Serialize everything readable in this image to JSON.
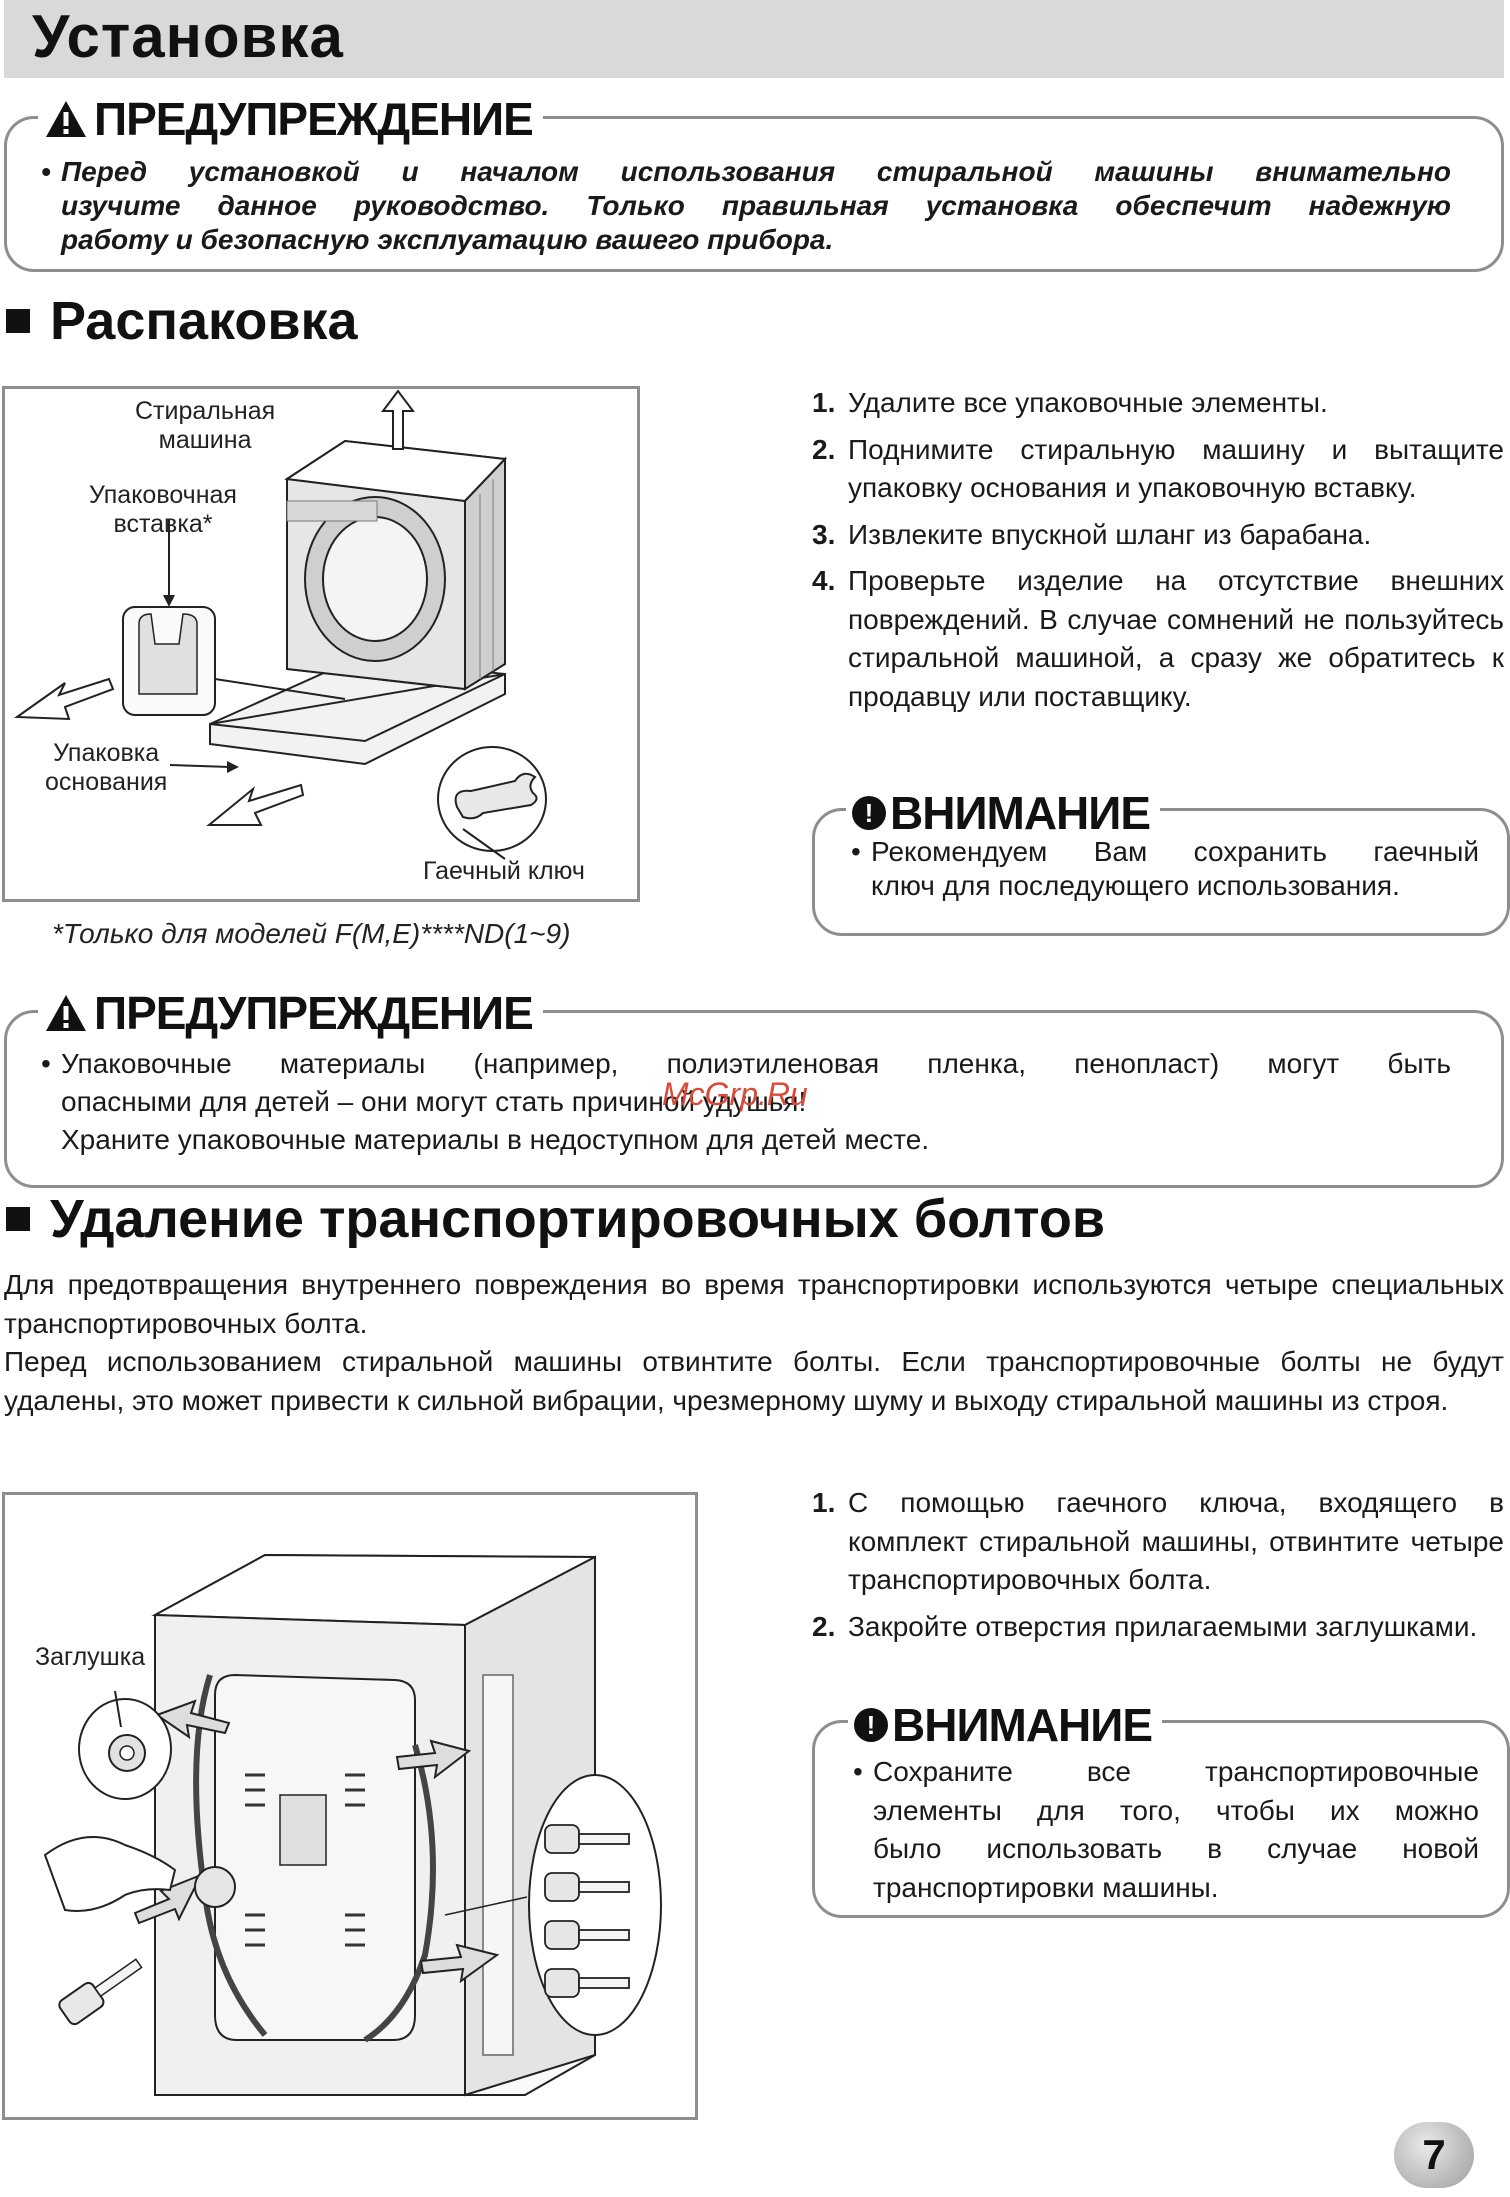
{
  "header": {
    "title": "Установка"
  },
  "warning1": {
    "heading": "ПРЕДУПРЕЖДЕНИЕ",
    "lines": [
      "Перед установкой и началом использования стиральной машины внимательно",
      "изучите данное руководство. Только правильная установка обеспечит надежную",
      "работу и безопасную эксплуатацию вашего прибора."
    ]
  },
  "unpacking": {
    "heading": "Распаковка",
    "figure_labels": {
      "washer": "Стиральная\nмашина",
      "insert": "Упаковочная\nвставка*",
      "base": "Упаковка\nоснования",
      "wrench": "Гаечный ключ"
    },
    "footnote": "*Только для моделей F(M,E)****ND(1~9)",
    "steps": [
      {
        "num": "1.",
        "text": "Удалите все упаковочные элементы."
      },
      {
        "num": "2.",
        "text": "Поднимите стиральную машину и вытащите упаковку основания и упаковочную вставку."
      },
      {
        "num": "3.",
        "text": "Извлеките впускной шланг из барабана."
      },
      {
        "num": "4.",
        "text": "Проверьте изделие на отсутствие внешних повреждений. В случае сомнений не пользуйтесь стиральной машиной, а сразу же обратитесь к продавцу или поставщику."
      }
    ],
    "caution": {
      "heading": "ВНИМАНИЕ",
      "lines": [
        "Рекомендуем Вам сохранить гаечный",
        "ключ для последующего использования."
      ]
    }
  },
  "warning2": {
    "heading": "ПРЕДУПРЕЖДЕНИЕ",
    "lines": [
      "Упаковочные материалы (например, полиэтиленовая пленка, пенопласт) могут быть",
      "опасными для детей – они могут стать причиной удушья!",
      "Храните упаковочные материалы в недоступном для детей месте."
    ]
  },
  "bolts": {
    "heading": "Удаление транспортировочных болтов",
    "paragraphs": [
      "Для предотвращения внутреннего повреждения во время транспортировки используются четыре специальных транспортировочных болта.",
      "Перед использованием стиральной машины отвинтите болты. Если транспортировочные болты не будут удалены, это может привести к сильной вибрации, чрезмерному шуму и выходу стиральной машины из строя."
    ],
    "figure_label": "Заглушка",
    "steps": [
      {
        "num": "1.",
        "text": "С помощью гаечного ключа, входящего в комплект стиральной машины, отвинтите четыре транспортировочных болта."
      },
      {
        "num": "2.",
        "text": "Закройте отверстия прилагаемыми заглушками."
      }
    ],
    "caution": {
      "heading": "ВНИМАНИЕ",
      "lines": [
        "Сохраните все транспортировочные",
        "элементы для того, чтобы их можно",
        "было использовать в случае новой",
        "транспортировки машины."
      ]
    }
  },
  "watermark": "McGrp.Ru",
  "page_number": "7"
}
